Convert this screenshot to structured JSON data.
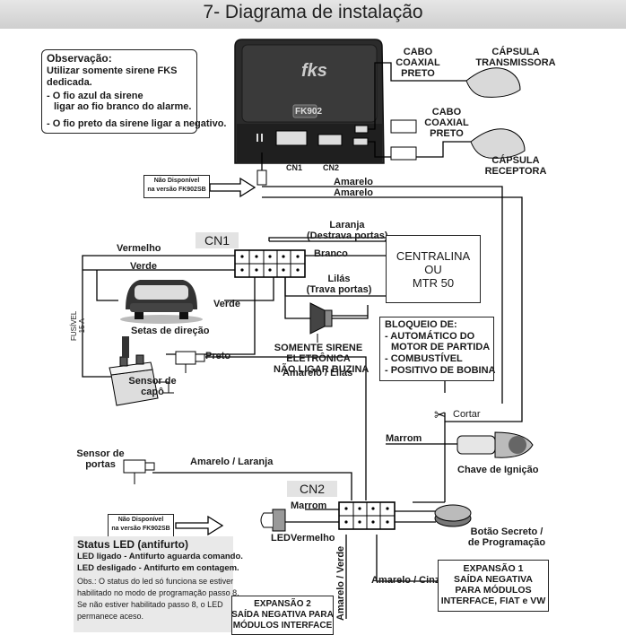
{
  "header": {
    "title": "7- Diagrama de instalação"
  },
  "observacao": {
    "title": "Observação:",
    "lines": [
      "Utilizar somente sirene FKS",
      "dedicada.",
      "- O fio azul da sirene",
      "  ligar ao fio branco do alarme.",
      "- O fio preto da sirene ligar a negativo."
    ]
  },
  "module": {
    "brand": "fks",
    "model": "FK902",
    "conn1": "CN1",
    "conn2": "CN2"
  },
  "capsules": {
    "cabo1": [
      "CABO",
      "COAXIAL",
      "PRETO"
    ],
    "cabo2": [
      "CABO",
      "COAXIAL",
      "PRETO"
    ],
    "transmissora": [
      "CÁPSULA",
      "TRANSMISSORA"
    ],
    "receptora": [
      "CÁPSULA",
      "RECEPTORA"
    ]
  },
  "notes": {
    "nao_disponivel_1": [
      "Não Disponível",
      "na versão FK902SB"
    ],
    "nao_disponivel_2": [
      "Não Disponível",
      "na versão FK902SB"
    ]
  },
  "wires": {
    "amarelo1": "Amarelo",
    "amarelo2": "Amarelo",
    "laranja": [
      "Laranja",
      "(Destrava portas)"
    ],
    "branco": "Branco",
    "lilas": [
      "Lilás",
      "(Trava portas)"
    ],
    "vermelho": "Vermelho",
    "verde_top": "Verde",
    "verde_car": "Verde",
    "preto": "Preto",
    "amarelo_lilas": "Amarelo / Lilás",
    "amarelo_laranja": "Amarelo / Laranja",
    "marrom_ign": "Marrom",
    "marrom_led": "Marrom",
    "vermelho_led": "Vermelho",
    "amarelo_cinza": "Amarelo / Cinza",
    "amarelo_verde": "Amarelo / Verde",
    "cortar": "Cortar"
  },
  "labels": {
    "cn1": "CN1",
    "cn2": "CN2",
    "centralina": [
      "CENTRALINA",
      "OU",
      "MTR 50"
    ],
    "setas": "Setas de direção",
    "sirene": [
      "SOMENTE SIRENE",
      "ELETRÔNICA",
      "NÃO LIGAR BUZINA"
    ],
    "fusivel": [
      "FUSÍVEL",
      "15 A"
    ],
    "sensor_capo": [
      "Sensor de",
      "capô"
    ],
    "sensor_portas": [
      "Sensor de",
      "portas"
    ],
    "chave": "Chave de Ignição",
    "botao": [
      "Botão Secreto /",
      "de Programação"
    ],
    "led": "LED"
  },
  "bloqueio": {
    "title": "BLOQUEIO DE:",
    "lines": [
      "- AUTOMÁTICO DO",
      "  MOTOR DE PARTIDA",
      "- COMBUSTÍVEL",
      "- POSITIVO DE BOBINA"
    ]
  },
  "expansao1": [
    "EXPANSÃO 1",
    "SAÍDA NEGATIVA",
    "PARA MÓDULOS",
    "INTERFACE, FIAT e VW"
  ],
  "expansao2": [
    "EXPANSÃO 2",
    "SAÍDA NEGATIVA PARA",
    "MÓDULOS INTERFACE"
  ],
  "status_led": {
    "title": "Status LED (antifurto)",
    "line1": "LED ligado - Antifurto aguarda comando.",
    "line2": "LED desligado - Antifurto em contagem.",
    "obs": [
      "Obs.: O status do led só funciona se estiver",
      "habilitado no modo de programação passo 8.",
      "Se não estiver habilitado passo 8, o LED",
      "permanece aceso."
    ]
  }
}
